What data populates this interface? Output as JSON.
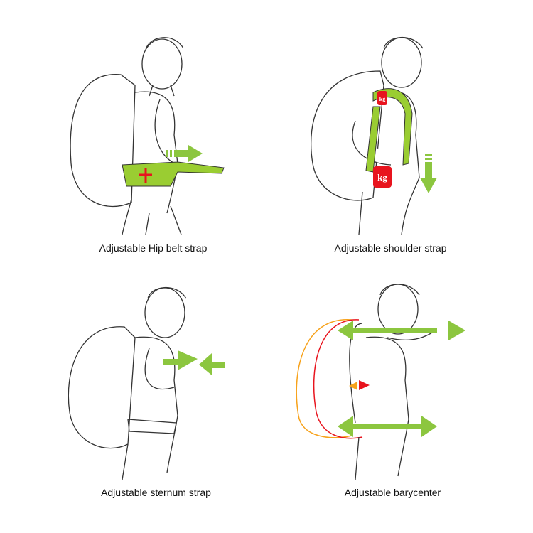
{
  "panels": [
    {
      "caption": "Adjustable Hip belt strap"
    },
    {
      "caption": "Adjustable shoulder strap",
      "weight_labels": [
        "kg",
        "kg"
      ]
    },
    {
      "caption": "Adjustable sternum strap"
    },
    {
      "caption": "Adjustable barycenter"
    }
  ],
  "colors": {
    "strap": "#9acd32",
    "arrow": "#8cc63f",
    "weight": "#e8141e",
    "outline": "#333333",
    "orange": "#f7a21b"
  }
}
